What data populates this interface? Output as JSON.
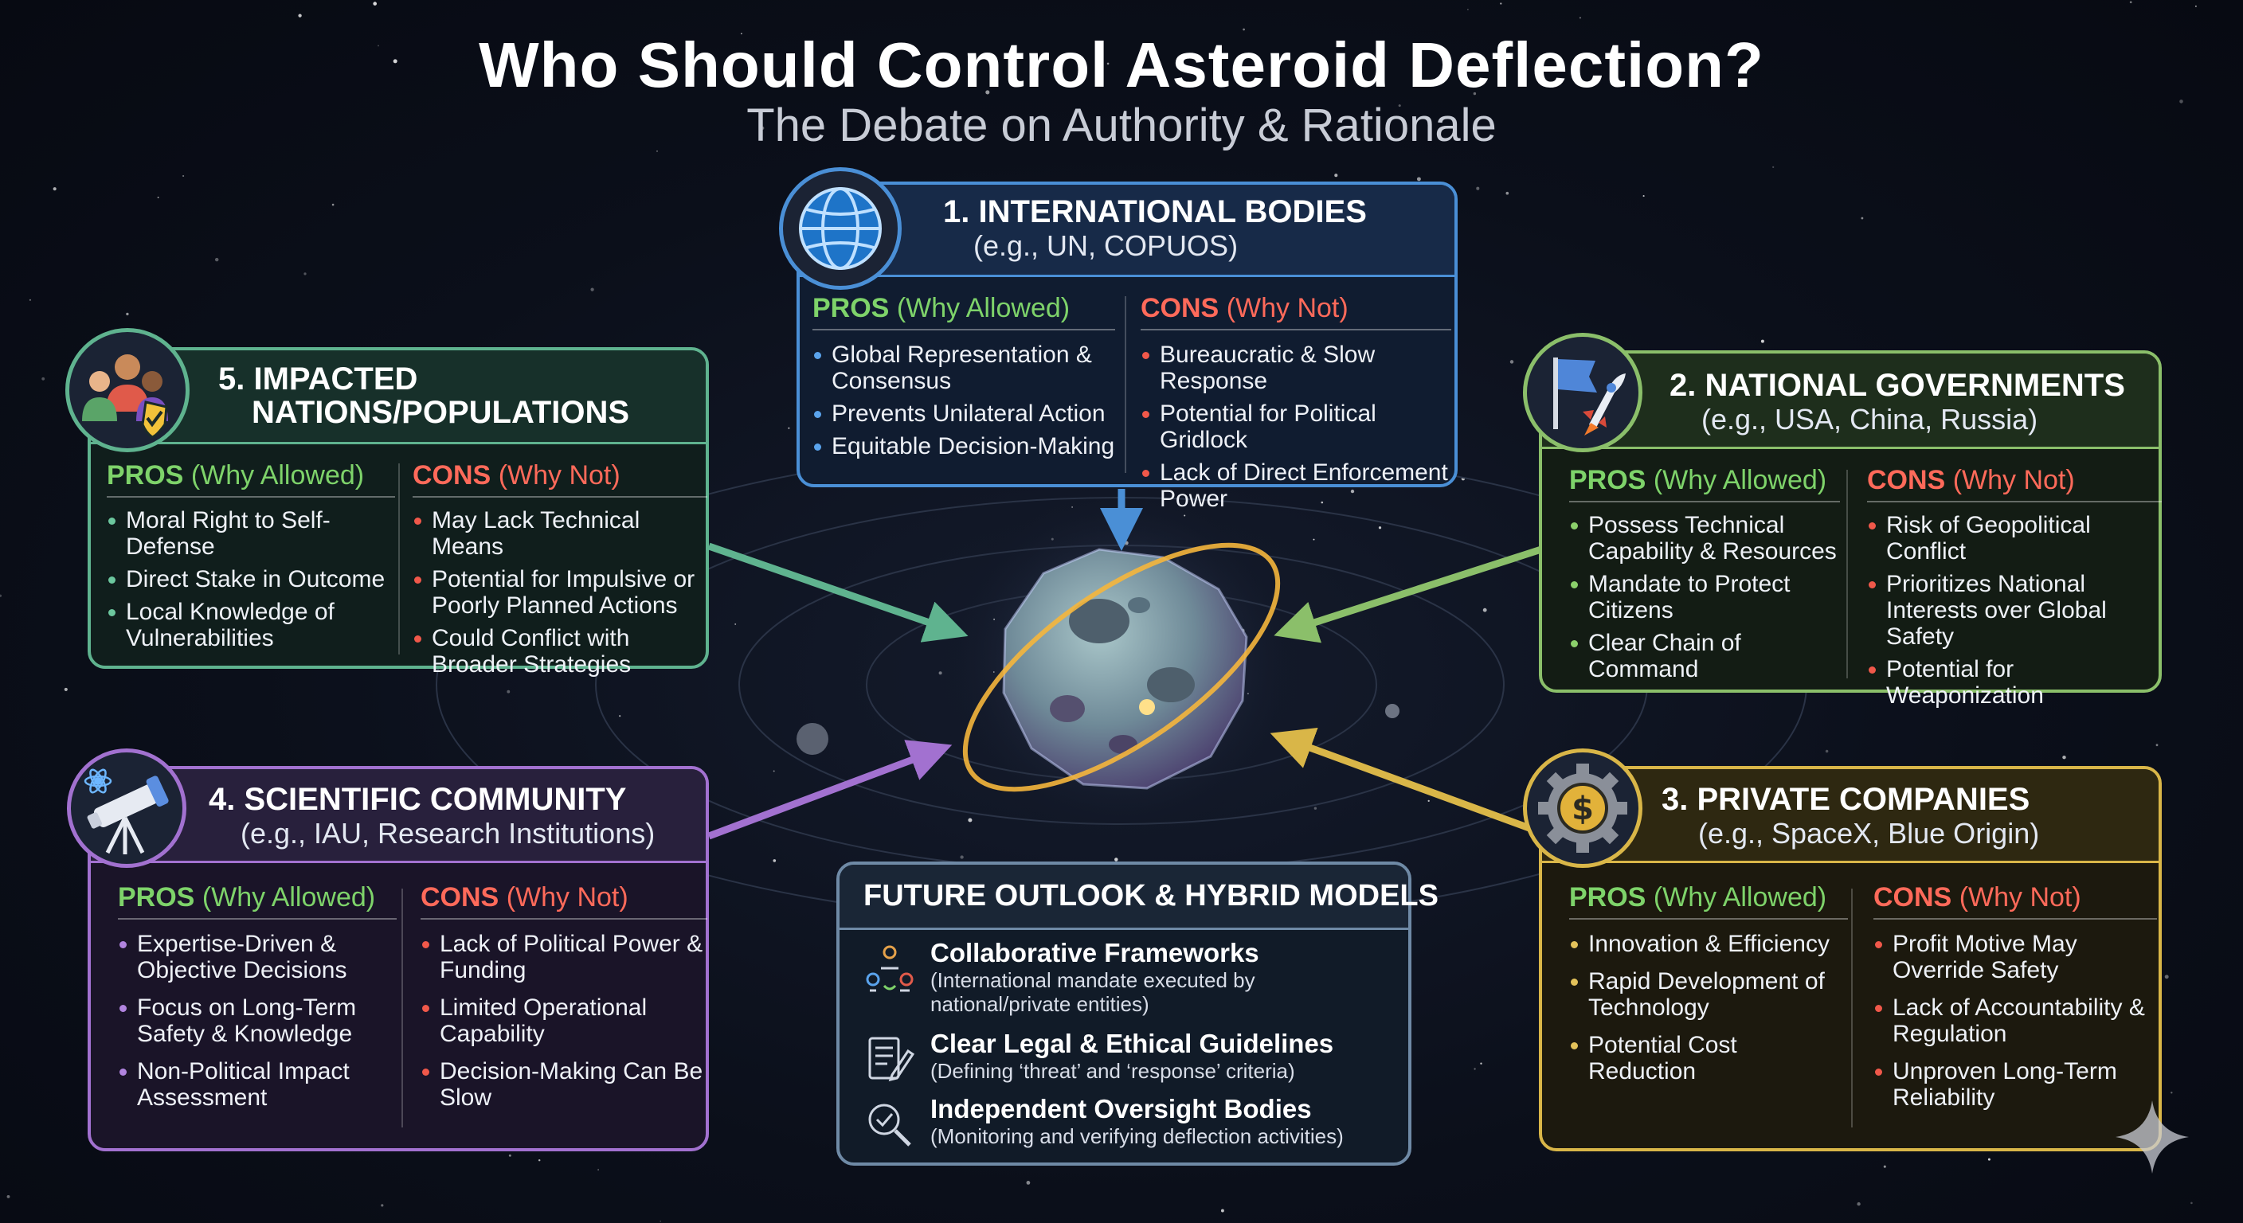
{
  "title": "Who Should Control Asteroid Deflection?",
  "subtitle": "The Debate on Authority & Rationale",
  "panels": {
    "international": {
      "heading": "1. INTERNATIONAL BODIES",
      "example": "(e.g., UN, COPUOS)",
      "icon": "globe-icon",
      "pros_label": "PROS",
      "pros_sub": "(Why Allowed)",
      "cons_label": "CONS",
      "cons_sub": "(Why Not)",
      "pros": [
        "Global Representation & Consensus",
        "Prevents Unilateral Action",
        "Equitable Decision-Making"
      ],
      "cons": [
        "Bureaucratic & Slow Response",
        "Potential for Political Gridlock",
        "Lack of Direct Enforcement Power"
      ]
    },
    "national": {
      "heading": "2. NATIONAL GOVERNMENTS",
      "example": "(e.g., USA, China, Russia)",
      "icon": "flag-rocket-icon",
      "pros_label": "PROS",
      "pros_sub": "(Why Allowed)",
      "cons_label": "CONS",
      "cons_sub": "(Why Not)",
      "pros": [
        "Possess Technical Capability & Resources",
        "Mandate to Protect Citizens",
        "Clear Chain of Command"
      ],
      "cons": [
        "Risk of Geopolitical Conflict",
        "Prioritizes National Interests over Global Safety",
        "Potential for Weaponization"
      ]
    },
    "private": {
      "heading": "3. PRIVATE COMPANIES",
      "example": "(e.g., SpaceX, Blue Origin)",
      "icon": "dollar-gear-icon",
      "pros_label": "PROS",
      "pros_sub": "(Why Allowed)",
      "cons_label": "CONS",
      "cons_sub": "(Why Not)",
      "pros": [
        "Innovation & Efficiency",
        "Rapid Development of Technology",
        "Potential Cost Reduction"
      ],
      "cons": [
        "Profit Motive May Override Safety",
        "Lack of Accountability & Regulation",
        "Unproven Long-Term Reliability"
      ]
    },
    "scientific": {
      "heading": "4. SCIENTIFIC COMMUNITY",
      "example": "(e.g., IAU, Research Institutions)",
      "icon": "telescope-icon",
      "pros_label": "PROS",
      "pros_sub": "(Why Allowed)",
      "cons_label": "CONS",
      "cons_sub": "(Why Not)",
      "pros": [
        "Expertise-Driven & Objective Decisions",
        "Focus on Long-Term Safety & Knowledge",
        "Non-Political Impact Assessment"
      ],
      "cons": [
        "Lack of Political Power & Funding",
        "Limited Operational Capability",
        "Decision-Making Can Be Slow"
      ]
    },
    "impacted": {
      "heading_line1": "5. IMPACTED",
      "heading_line2": "NATIONS/POPULATIONS",
      "icon": "people-shield-icon",
      "pros_label": "PROS",
      "pros_sub": "(Why Allowed)",
      "cons_label": "CONS",
      "cons_sub": "(Why Not)",
      "pros": [
        "Moral Right to Self-Defense",
        "Direct Stake in Outcome",
        "Local Knowledge of Vulnerabilities"
      ],
      "cons": [
        "May Lack Technical Means",
        "Potential for Impulsive or Poorly Planned Actions",
        "Could Conflict with Broader Strategies"
      ]
    }
  },
  "future": {
    "heading": "FUTURE OUTLOOK & HYBRID MODELS",
    "items": [
      {
        "title": "Collaborative Frameworks",
        "desc": "(International mandate executed by national/private entities)",
        "icon": "collaboration-icon"
      },
      {
        "title": "Clear Legal & Ethical Guidelines",
        "desc": "(Defining ‘threat’ and ‘response’ criteria)",
        "icon": "document-pen-icon"
      },
      {
        "title": "Independent Oversight Bodies",
        "desc": "(Monitoring and verifying deflection activities)",
        "icon": "magnifier-check-icon"
      }
    ]
  },
  "center": {
    "icon": "asteroid-icon"
  },
  "colors": {
    "international": "#4a8fd6",
    "national": "#8bbf6a",
    "private": "#d9b648",
    "scientific": "#a271d0",
    "impacted": "#5fb38f",
    "pros": "#7ed36a",
    "cons": "#ff6a5a"
  }
}
